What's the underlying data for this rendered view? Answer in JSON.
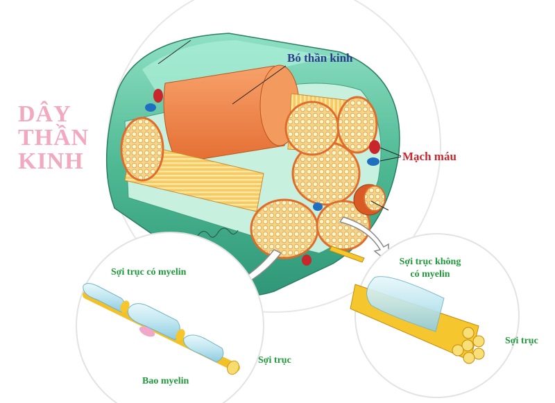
{
  "title": {
    "line1": "DÂY",
    "line2": "THẦN",
    "line3": "KINH"
  },
  "labels": {
    "nerve_bundle": "Bó thần kinh",
    "blood_vessel": "Mạch máu",
    "myelinated_axon": "Sợi trục có myelin",
    "unmyelinated_axon_line1": "Sợi trục không",
    "unmyelinated_axon_line2": "có myelin",
    "axon_left": "Sợi trục",
    "axon_right": "Sợi trục",
    "myelin_sheath": "Bao myelin"
  },
  "colors": {
    "title": "#f2a9bf",
    "label_blue": "#2b3a8c",
    "label_red": "#c9282e",
    "label_green": "#1f9a3a",
    "epineurium": "#6cc7a8",
    "fascicle": "#f08a4b",
    "axon": "#f5c62e"
  }
}
